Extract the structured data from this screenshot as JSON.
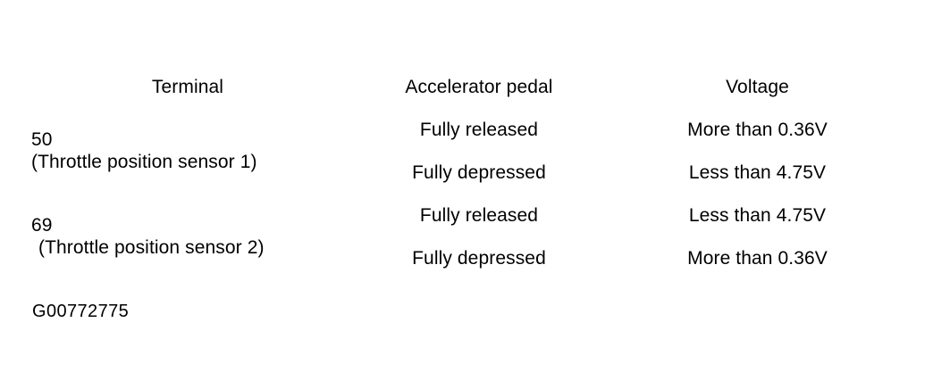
{
  "document": {
    "figure_id": "G00772775"
  },
  "table": {
    "headers": [
      "Terminal",
      "Accelerator pedal",
      "Voltage"
    ],
    "groups": [
      {
        "terminal_number": "50",
        "terminal_description": "(Throttle position sensor 1)",
        "rows": [
          {
            "pedal": "Fully released",
            "voltage": "More than 0.36V"
          },
          {
            "pedal": "Fully depressed",
            "voltage": "Less than 4.75V"
          }
        ]
      },
      {
        "terminal_number": "69",
        "terminal_description": "(Throttle position sensor 2)",
        "rows": [
          {
            "pedal": "Fully released",
            "voltage": "Less than 4.75V"
          },
          {
            "pedal": "Fully depressed",
            "voltage": "More than 0.36V"
          }
        ]
      }
    ]
  }
}
